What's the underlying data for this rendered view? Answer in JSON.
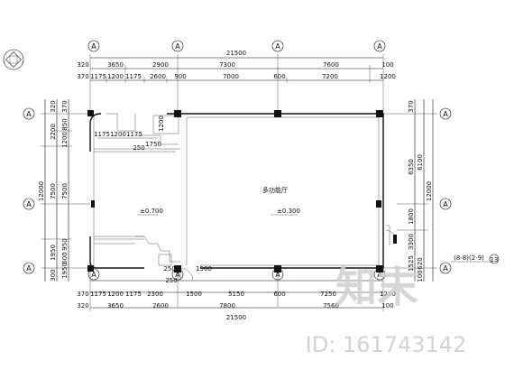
{
  "top_dims": {
    "overall": "21500",
    "row1": [
      "320",
      "3650",
      "2900",
      "7300",
      "7600",
      "100"
    ],
    "row2": [
      "370",
      "1175",
      "1200",
      "1175",
      "2600",
      "900",
      "7000",
      "600",
      "7200",
      "1200"
    ]
  },
  "bottom_dims": {
    "overall": "21500",
    "row1": [
      "320",
      "3650",
      "2600",
      "7800",
      "7560",
      "100"
    ],
    "row2": [
      "370",
      "1175",
      "1200",
      "1175",
      "2300",
      "250",
      "1500",
      "5150",
      "600",
      "7250",
      "1200"
    ]
  },
  "left_dims": {
    "overall": "12000",
    "outer": [
      "320",
      "2200",
      "7500",
      "1950",
      "300"
    ],
    "inner": [
      "370",
      "850",
      "1200",
      "7500",
      "950",
      "600",
      "1950"
    ]
  },
  "right_dims": {
    "overall": "12000",
    "outer": [
      "370",
      "6100",
      "1800",
      "3300",
      "620",
      "100"
    ],
    "inner": [
      "6350",
      "1525"
    ]
  },
  "interior": {
    "small_dims": [
      "1175",
      "1200",
      "1175",
      "1200",
      "250",
      "1750",
      "250",
      "1500"
    ],
    "room_label": "多功能厅",
    "level_left": "±0.700",
    "level_right": "±0.300"
  },
  "axis_label": "A",
  "section_ref": "(8-8)(2-9)",
  "section_num": "13",
  "watermark": {
    "logo_text": "知末",
    "id_text": "ID: 161743142"
  }
}
